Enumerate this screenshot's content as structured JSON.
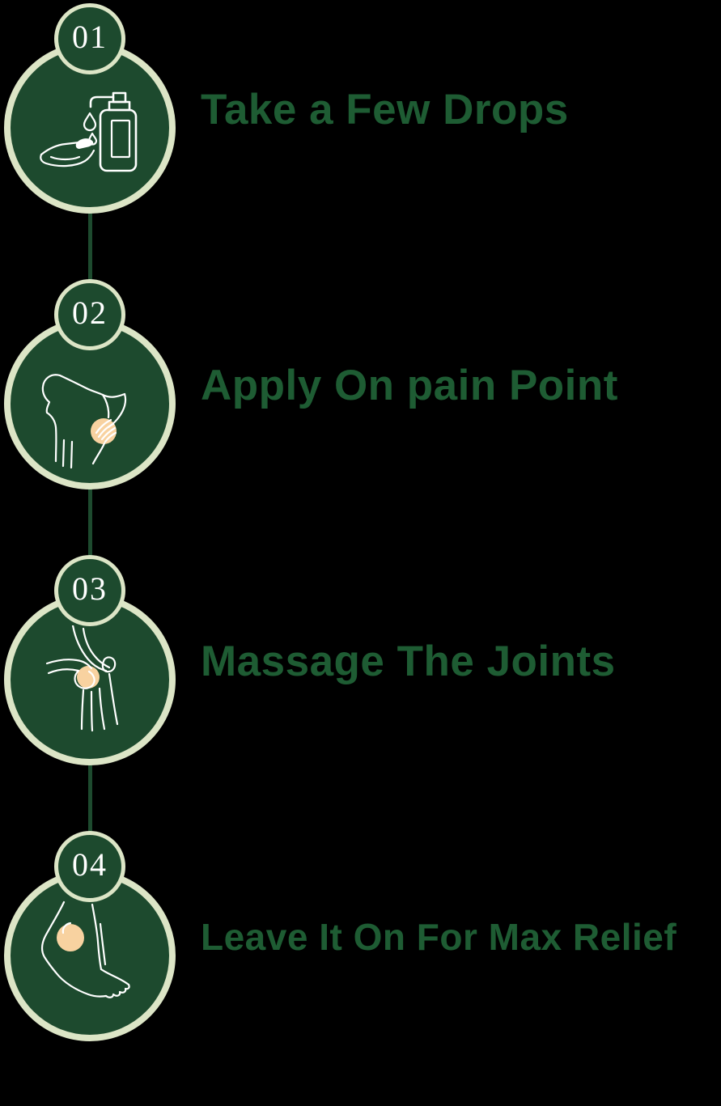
{
  "background": "#000000",
  "colors": {
    "circle-fill": "#1d4a2e",
    "circle-border": "#dce5c6",
    "label-text": "#1e5c33",
    "step-number-text": "#ffffff",
    "highlight-peach": "#f8d2a0",
    "icon-stroke": "#ffffff",
    "connector": "#1d4a2e"
  },
  "steps": [
    {
      "number": "01",
      "label": "Take a Few Drops",
      "icon": "drops-on-hand-bottle-icon"
    },
    {
      "number": "02",
      "label": "Apply On pain Point",
      "icon": "back-pain-icon"
    },
    {
      "number": "03",
      "label": "Massage The Joints",
      "icon": "knee-joint-icon"
    },
    {
      "number": "04",
      "label": "Leave It On For Max Relief",
      "icon": "foot-massage-icon"
    }
  ]
}
